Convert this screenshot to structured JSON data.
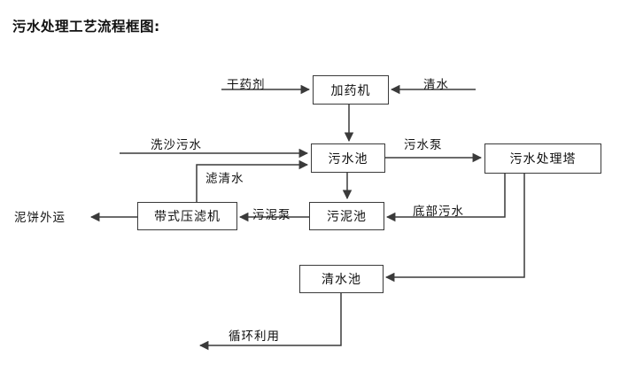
{
  "title": "污水处理工艺流程框图:",
  "diagram": {
    "nodes": [
      {
        "id": "dosing",
        "label": "加药机"
      },
      {
        "id": "sewage_pool",
        "label": "污水池"
      },
      {
        "id": "tower",
        "label": "污水处理塔"
      },
      {
        "id": "belt_press",
        "label": "带式压滤机"
      },
      {
        "id": "sludge_pool",
        "label": "污泥池"
      },
      {
        "id": "clear_pool",
        "label": "清水池"
      }
    ],
    "terminals": [
      {
        "id": "dry_agent",
        "label": "干药剂"
      },
      {
        "id": "clean_water",
        "label": "清水"
      },
      {
        "id": "sand_sewage",
        "label": "洗沙污水"
      },
      {
        "id": "mud_cake_out",
        "label": "泥饼外运"
      }
    ],
    "edge_labels": [
      {
        "id": "filtrate",
        "label": "滤清水"
      },
      {
        "id": "sewage_pump",
        "label": "污水泵"
      },
      {
        "id": "sludge_pump",
        "label": "污泥泵"
      },
      {
        "id": "bottom_sewage",
        "label": "底部污水"
      },
      {
        "id": "recycle",
        "label": "循环利用"
      }
    ],
    "colors": {
      "stroke": "#3a3a3a",
      "text": "#111111",
      "background": "#ffffff"
    }
  }
}
